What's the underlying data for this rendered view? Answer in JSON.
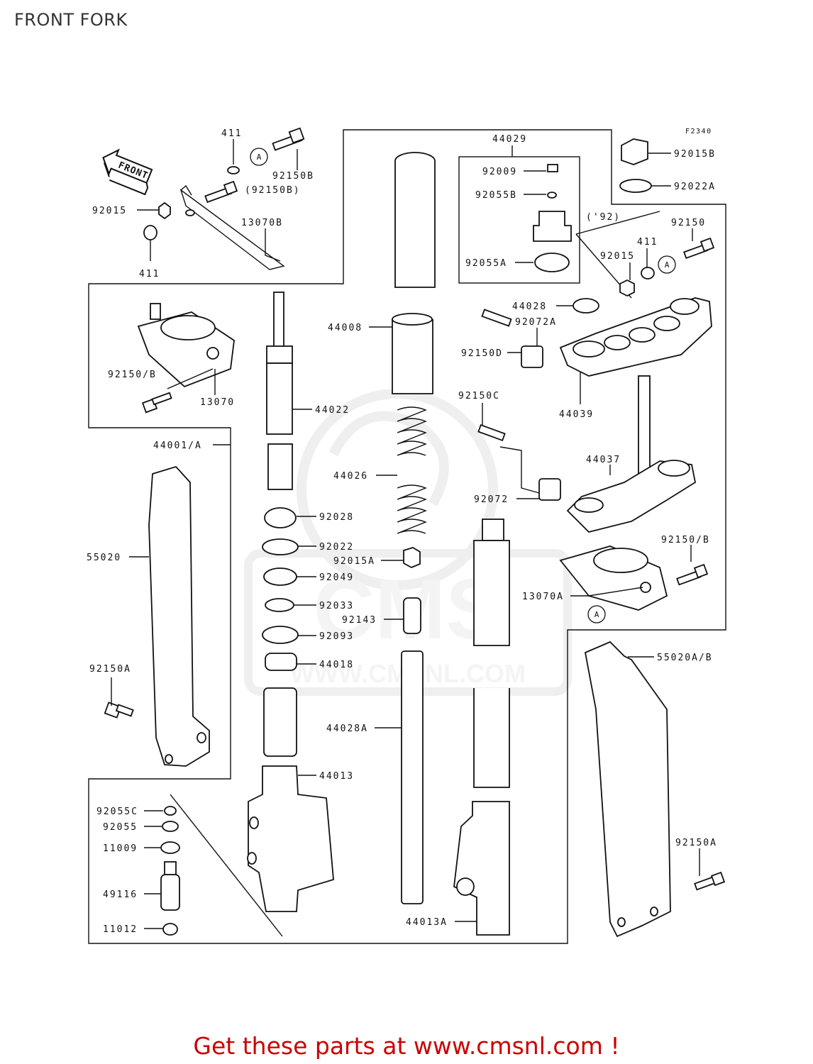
{
  "page": {
    "title": "FRONT FORK",
    "figure_code": "F2340",
    "front_label": "FRONT",
    "year_note": "('92)",
    "reference_marker": "A",
    "footer": "Get these parts at www.cmsnl.com !"
  },
  "watermark": {
    "brand": "CMS",
    "url": "WWW.CMSNL.COM"
  },
  "part_labels": [
    "411",
    "92150B",
    "(92150B)",
    "92015",
    "13070B",
    "411",
    "44029",
    "92009",
    "92055B",
    "92055A",
    "92015B",
    "92022A",
    "92150",
    "411",
    "92015",
    "44028",
    "92072A",
    "92150D",
    "44039",
    "44008",
    "92150/B",
    "13070",
    "44022",
    "44001/A",
    "44026",
    "92150C",
    "44037",
    "92072",
    "92028",
    "92022",
    "92015A",
    "92049",
    "92033",
    "92143",
    "92093",
    "44018",
    "55020",
    "92150/B",
    "13070A",
    "92150A",
    "44028A",
    "55020A/B",
    "44013",
    "92055C",
    "92055",
    "11009",
    "49116",
    "11012",
    "92150A",
    "44013A"
  ]
}
